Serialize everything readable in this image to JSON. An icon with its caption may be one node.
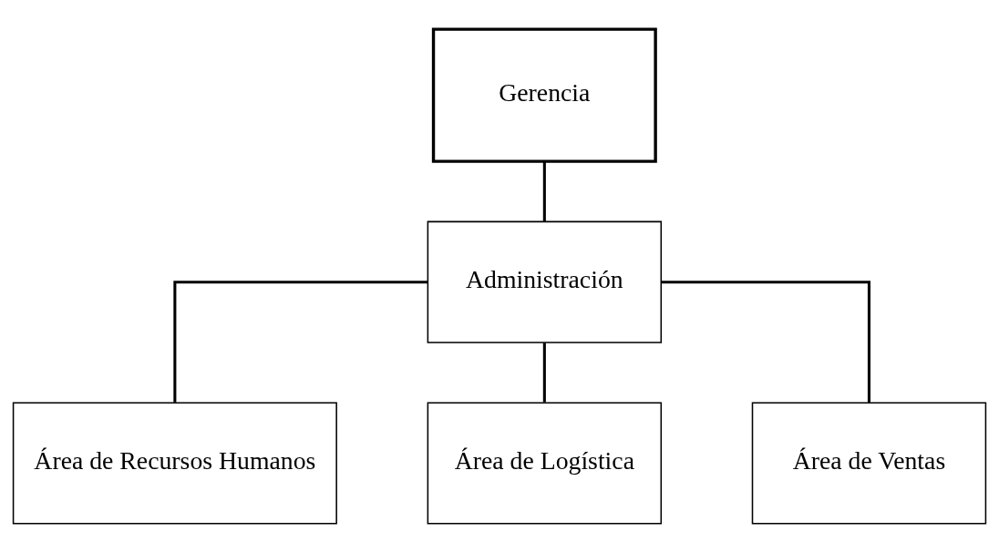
{
  "diagram": {
    "nodes": [
      {
        "text": [
          "Gerencia"
        ]
      },
      {
        "text": [
          "Administración"
        ]
      },
      {
        "text": [
          "Área de Recursos Humanos"
        ]
      },
      {
        "text": [
          "Área de Logística"
        ]
      },
      {
        "text": [
          "Área de Ventas"
        ]
      }
    ],
    "edges": [
      {
        "from": 0,
        "to": 1,
        "arrow": "none"
      },
      {
        "from": 1,
        "to": 2,
        "arrow": "none"
      },
      {
        "from": 1,
        "to": 3,
        "arrow": "none"
      },
      {
        "from": 1,
        "to": 4,
        "arrow": "none"
      }
    ]
  }
}
